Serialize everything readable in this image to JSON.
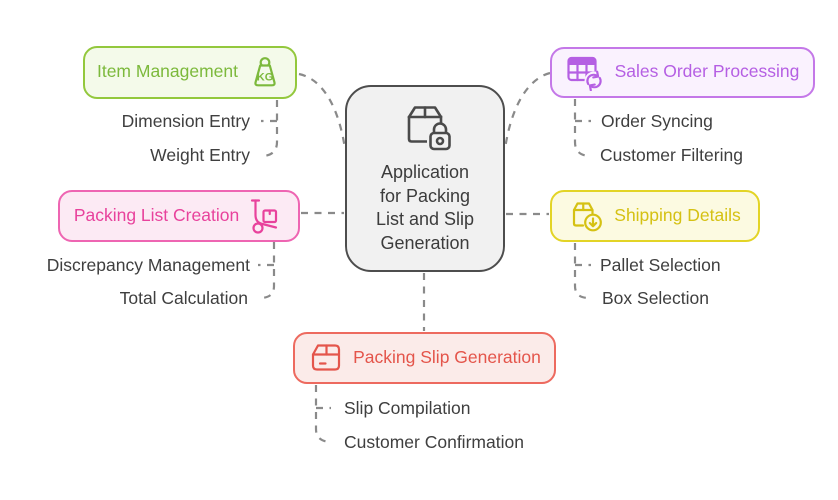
{
  "diagram_title": "Application for Packing List and Slip Generation",
  "connector_color": "#8a8a8a",
  "center": {
    "label": "Application for Packing List and Slip Generation",
    "lines": [
      "Application",
      "for Packing",
      "List and Slip",
      "Generation"
    ],
    "icon": "package-lock-icon",
    "border_color": "#4d4d4d",
    "fill_color": "#f1f1f1",
    "text_color": "#3c3c3c"
  },
  "branches": [
    {
      "id": "item-management",
      "label": "Item Management",
      "icon": "weight-kg-icon",
      "icon_text": "KG",
      "accent": "#7cb93c",
      "border": "#93c83d",
      "fill": "#f4faea",
      "children": [
        "Dimension Entry",
        "Weight Entry"
      ]
    },
    {
      "id": "sales-order-processing",
      "label": "Sales Order Processing",
      "icon": "table-sync-icon",
      "accent": "#b55fe3",
      "border": "#c478e8",
      "fill": "#faf2fe",
      "children": [
        "Order Syncing",
        "Customer Filtering"
      ]
    },
    {
      "id": "packing-list-creation",
      "label": "Packing List Creation",
      "icon": "hand-truck-icon",
      "accent": "#e8429c",
      "border": "#ee65b2",
      "fill": "#fceaf4",
      "children": [
        "Discrepancy Management",
        "Total Calculation"
      ]
    },
    {
      "id": "shipping-details",
      "label": "Shipping Details",
      "icon": "package-download-icon",
      "accent": "#d5c113",
      "border": "#e3d426",
      "fill": "#fcfae1",
      "children": [
        "Pallet Selection",
        "Box Selection"
      ]
    },
    {
      "id": "packing-slip-generation",
      "label": "Packing Slip Generation",
      "icon": "package-box-icon",
      "accent": "#e4554b",
      "border": "#ed6a5f",
      "fill": "#fbebe9",
      "children": [
        "Slip Compilation",
        "Customer Confirmation"
      ]
    }
  ]
}
